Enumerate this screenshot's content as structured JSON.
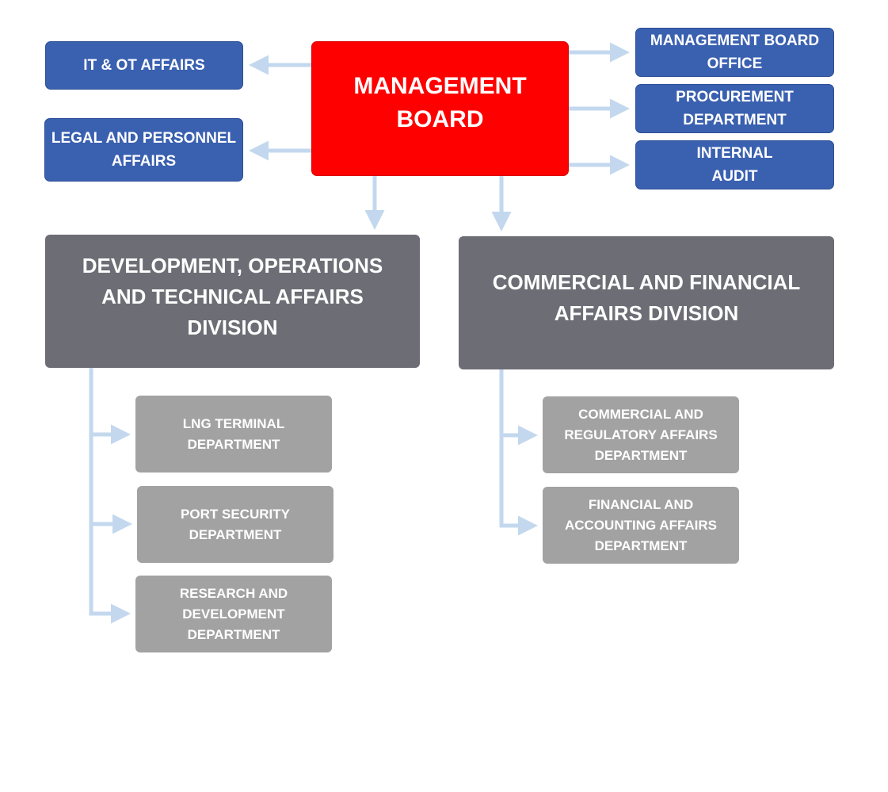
{
  "colors": {
    "management_board": "#ff0000",
    "staff_unit": "#3a60b0",
    "division": "#6d6d75",
    "department": "#a2a2a2",
    "connector": "#c3d8ee"
  },
  "management_board": {
    "label": "MANAGEMENT\nBOARD"
  },
  "left_units": [
    {
      "label": "IT & OT AFFAIRS"
    },
    {
      "label": "LEGAL AND PERSONNEL\nAFFAIRS"
    }
  ],
  "right_units": [
    {
      "label": "MANAGEMENT BOARD\nOFFICE"
    },
    {
      "label": "PROCUREMENT\nDEPARTMENT"
    },
    {
      "label": "INTERNAL\nAUDIT"
    }
  ],
  "divisions": [
    {
      "label": "DEVELOPMENT, OPERATIONS\nAND TECHNICAL  AFFAIRS\nDIVISION",
      "departments": [
        {
          "label": "LNG TERMINAL\nDEPARTMENT"
        },
        {
          "label": "PORT SECURITY\nDEPARTMENT"
        },
        {
          "label": "RESEARCH AND\nDEVELOPMENT\nDEPARTMENT"
        }
      ]
    },
    {
      "label": "COMMERCIAL AND FINANCIAL\nAFFAIRS DIVISION",
      "departments": [
        {
          "label": "COMMERCIAL AND\nREGULATORY AFFAIRS\nDEPARTMENT"
        },
        {
          "label": "FINANCIAL AND\nACCOUNTING AFFAIRS\nDEPARTMENT"
        }
      ]
    }
  ]
}
